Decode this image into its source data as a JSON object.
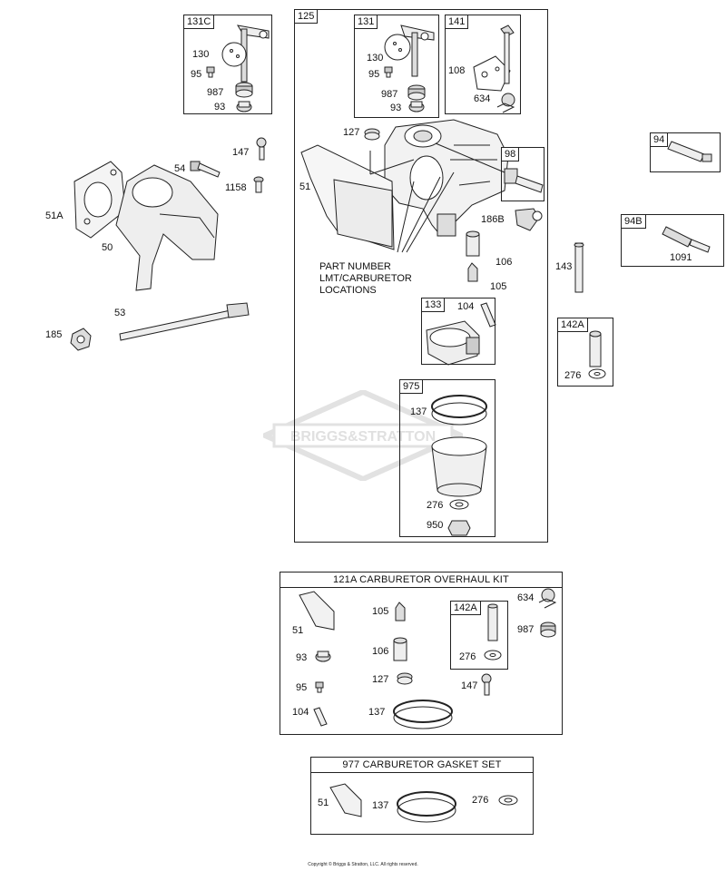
{
  "watermark": "BRIGGS&STRATTON",
  "copyright": "Copyright © Briggs & Stratton, LLC. All rights reserved.",
  "callout_text": [
    "PART NUMBER",
    "LMT/CARBURETOR",
    "LOCATIONS"
  ],
  "boxes": {
    "b131c": "131C",
    "b125": "125",
    "b131": "131",
    "b141": "141",
    "b98": "98",
    "b94": "94",
    "b94b": "94B",
    "b133": "133",
    "b142a": "142A",
    "b975": "975",
    "b142a_kit": "142A"
  },
  "kits": {
    "overhaul": "121A CARBURETOR OVERHAUL KIT",
    "gasket": "977 CARBURETOR GASKET SET"
  },
  "labels": {
    "l131c_130": "130",
    "l131c_95": "95",
    "l131c_987": "987",
    "l131c_93": "93",
    "l147": "147",
    "l54": "54",
    "l1158": "1158",
    "l51a": "51A",
    "l50": "50",
    "l53": "53",
    "l185": "185",
    "l131_130": "130",
    "l131_95": "95",
    "l131_987": "987",
    "l131_93": "93",
    "l141_108": "108",
    "l141_634": "634",
    "l127": "127",
    "l51": "51",
    "l186b": "186B",
    "l106": "106",
    "l105": "105",
    "l104": "104",
    "l137": "137",
    "l276": "276",
    "l950": "950",
    "l1091": "1091",
    "l143": "143",
    "l142a_276": "276",
    "k_51": "51",
    "k_105": "105",
    "k_93": "93",
    "k_106": "106",
    "k_95": "95",
    "k_127": "127",
    "k_147": "147",
    "k_104": "104",
    "k_137": "137",
    "k_276": "276",
    "k_634": "634",
    "k_987": "987",
    "g_51": "51",
    "g_137": "137",
    "g_276": "276"
  }
}
